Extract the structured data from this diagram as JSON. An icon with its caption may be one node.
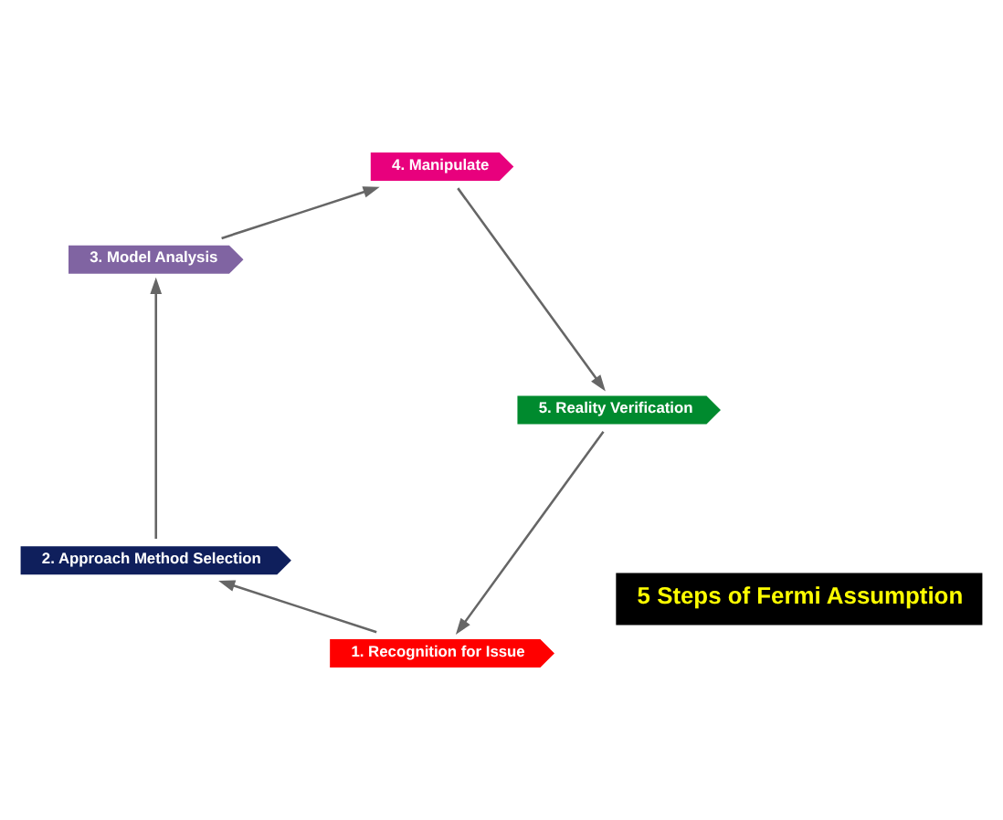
{
  "diagram": {
    "nodes": [
      {
        "text": [
          "1. Recognition for Issue"
        ]
      },
      {
        "text": [
          "2. Approach Method Selection"
        ]
      },
      {
        "text": [
          "3. Model Analysis"
        ]
      },
      {
        "text": [
          "4. Manipulate"
        ]
      },
      {
        "text": [
          "5. Reality Verification"
        ]
      },
      {
        "text": [
          "5 Steps of Fermi Assumption"
        ]
      }
    ],
    "edges": [
      {
        "from": 0,
        "to": 1,
        "arrow": "to"
      },
      {
        "from": 1,
        "to": 2,
        "arrow": "to"
      },
      {
        "from": 2,
        "to": 3,
        "arrow": "to"
      },
      {
        "from": 3,
        "to": 4,
        "arrow": "to"
      },
      {
        "from": 4,
        "to": 0,
        "arrow": "to"
      }
    ]
  }
}
